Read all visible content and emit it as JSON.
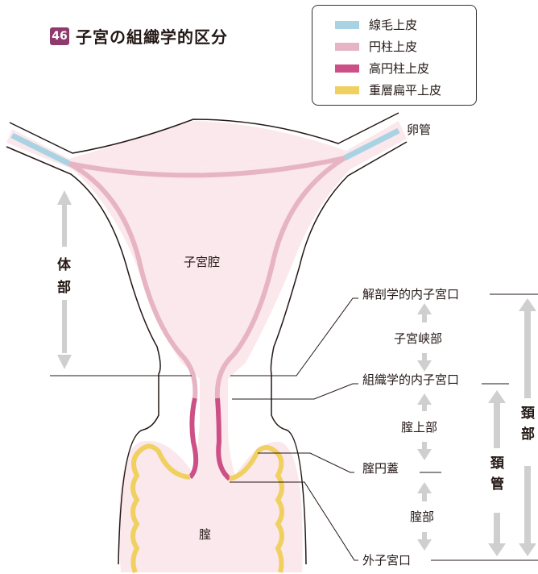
{
  "title": {
    "badge": "46",
    "text": "子宮の組織学的区分"
  },
  "legend": [
    {
      "label": "線毛上皮",
      "color": "#a9d3e3"
    },
    {
      "label": "円柱上皮",
      "color": "#e7b4c4"
    },
    {
      "label": "高円柱上皮",
      "color": "#cc4f86"
    },
    {
      "label": "重層扁平上皮",
      "color": "#f0d060"
    }
  ],
  "labels": {
    "oviduct": "卵管",
    "uterine_cavity": "子宮腔",
    "vagina": "腟",
    "body_1": "体",
    "body_2": "部",
    "anatomical_internal_os": "解剖学的内子宮口",
    "isthmus": "子宮峡部",
    "histological_internal_os": "組織学的内子宮口",
    "supravaginal_part": "腟上部",
    "vaginal_vault": "腟円蓋",
    "vaginal_part": "腟部",
    "external_os": "外子宮口",
    "cervix_1": "頚",
    "cervix_2": "管",
    "neck_1": "頚",
    "neck_2": "部"
  },
  "colors": {
    "tissue_fill": "#fbe8ec",
    "outline": "#231815",
    "arrow": "#cfcfcf"
  }
}
